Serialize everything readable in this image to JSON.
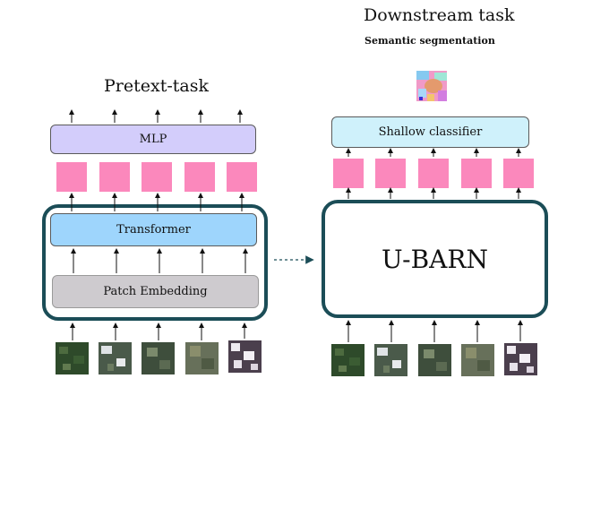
{
  "left": {
    "title": "Pretext-task",
    "mlp_label": "MLP",
    "transformer_label": "Transformer",
    "patch_embedding_label": "Patch Embedding"
  },
  "right": {
    "title": "Downstream task",
    "subtitle": "Semantic segmentation",
    "classifier_label": "Shallow classifier",
    "encoder_label": "U-BARN"
  },
  "colors": {
    "mlp": "#d3cdfb",
    "transformer": "#9ed5fc",
    "patch_embedding": "#cecbcf",
    "classifier": "#cff1fb",
    "token": "#fb88bc",
    "encoder_border": "#1b4d57"
  }
}
